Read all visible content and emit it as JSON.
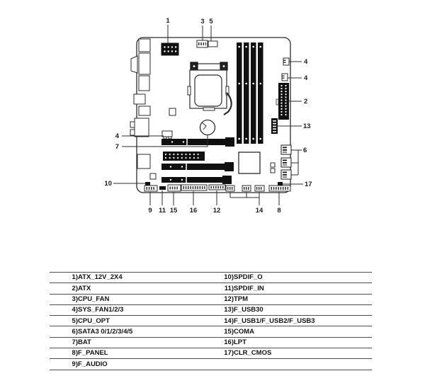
{
  "colors": {
    "ink": "#2b2b2b",
    "connector_black": "#101010",
    "background": "#ffffff"
  },
  "diagram": {
    "callouts": [
      {
        "label": "1"
      },
      {
        "label": "3"
      },
      {
        "label": "5"
      },
      {
        "label": "4"
      },
      {
        "label": "4"
      },
      {
        "label": "2"
      },
      {
        "label": "13"
      },
      {
        "label": "6"
      },
      {
        "label": "17"
      },
      {
        "label": "4"
      },
      {
        "label": "7"
      },
      {
        "label": "10"
      },
      {
        "label": "9"
      },
      {
        "label": "11"
      },
      {
        "label": "15"
      },
      {
        "label": "16"
      },
      {
        "label": "12"
      },
      {
        "label": "14"
      },
      {
        "label": "8"
      }
    ]
  },
  "legend": {
    "rows": [
      {
        "no1": "1)",
        "name1": "ATX_12V_2X4",
        "no2": "10)",
        "name2": "SPDIF_O"
      },
      {
        "no1": "2)",
        "name1": "ATX",
        "no2": "11)",
        "name2": "SPDIF_IN"
      },
      {
        "no1": "3)",
        "name1": "CPU_FAN",
        "no2": "12)",
        "name2": "TPM"
      },
      {
        "no1": "4)",
        "name1": "SYS_FAN1/2/3",
        "no2": "13)",
        "name2": "F_USB30"
      },
      {
        "no1": "5)",
        "name1": "CPU_OPT",
        "no2": "14)",
        "name2": "F_USB1/F_USB2/F_USB3"
      },
      {
        "no1": "6)",
        "name1": "SATA3 0/1/2/3/4/5",
        "no2": "15)",
        "name2": "COMA"
      },
      {
        "no1": "7)",
        "name1": "BAT",
        "no2": "16)",
        "name2": "LPT"
      },
      {
        "no1": "8)",
        "name1": "F_PANEL",
        "no2": "17)",
        "name2": "CLR_CMOS"
      },
      {
        "no1": "9)",
        "name1": "F_AUDIO",
        "no2": "",
        "name2": ""
      }
    ]
  }
}
